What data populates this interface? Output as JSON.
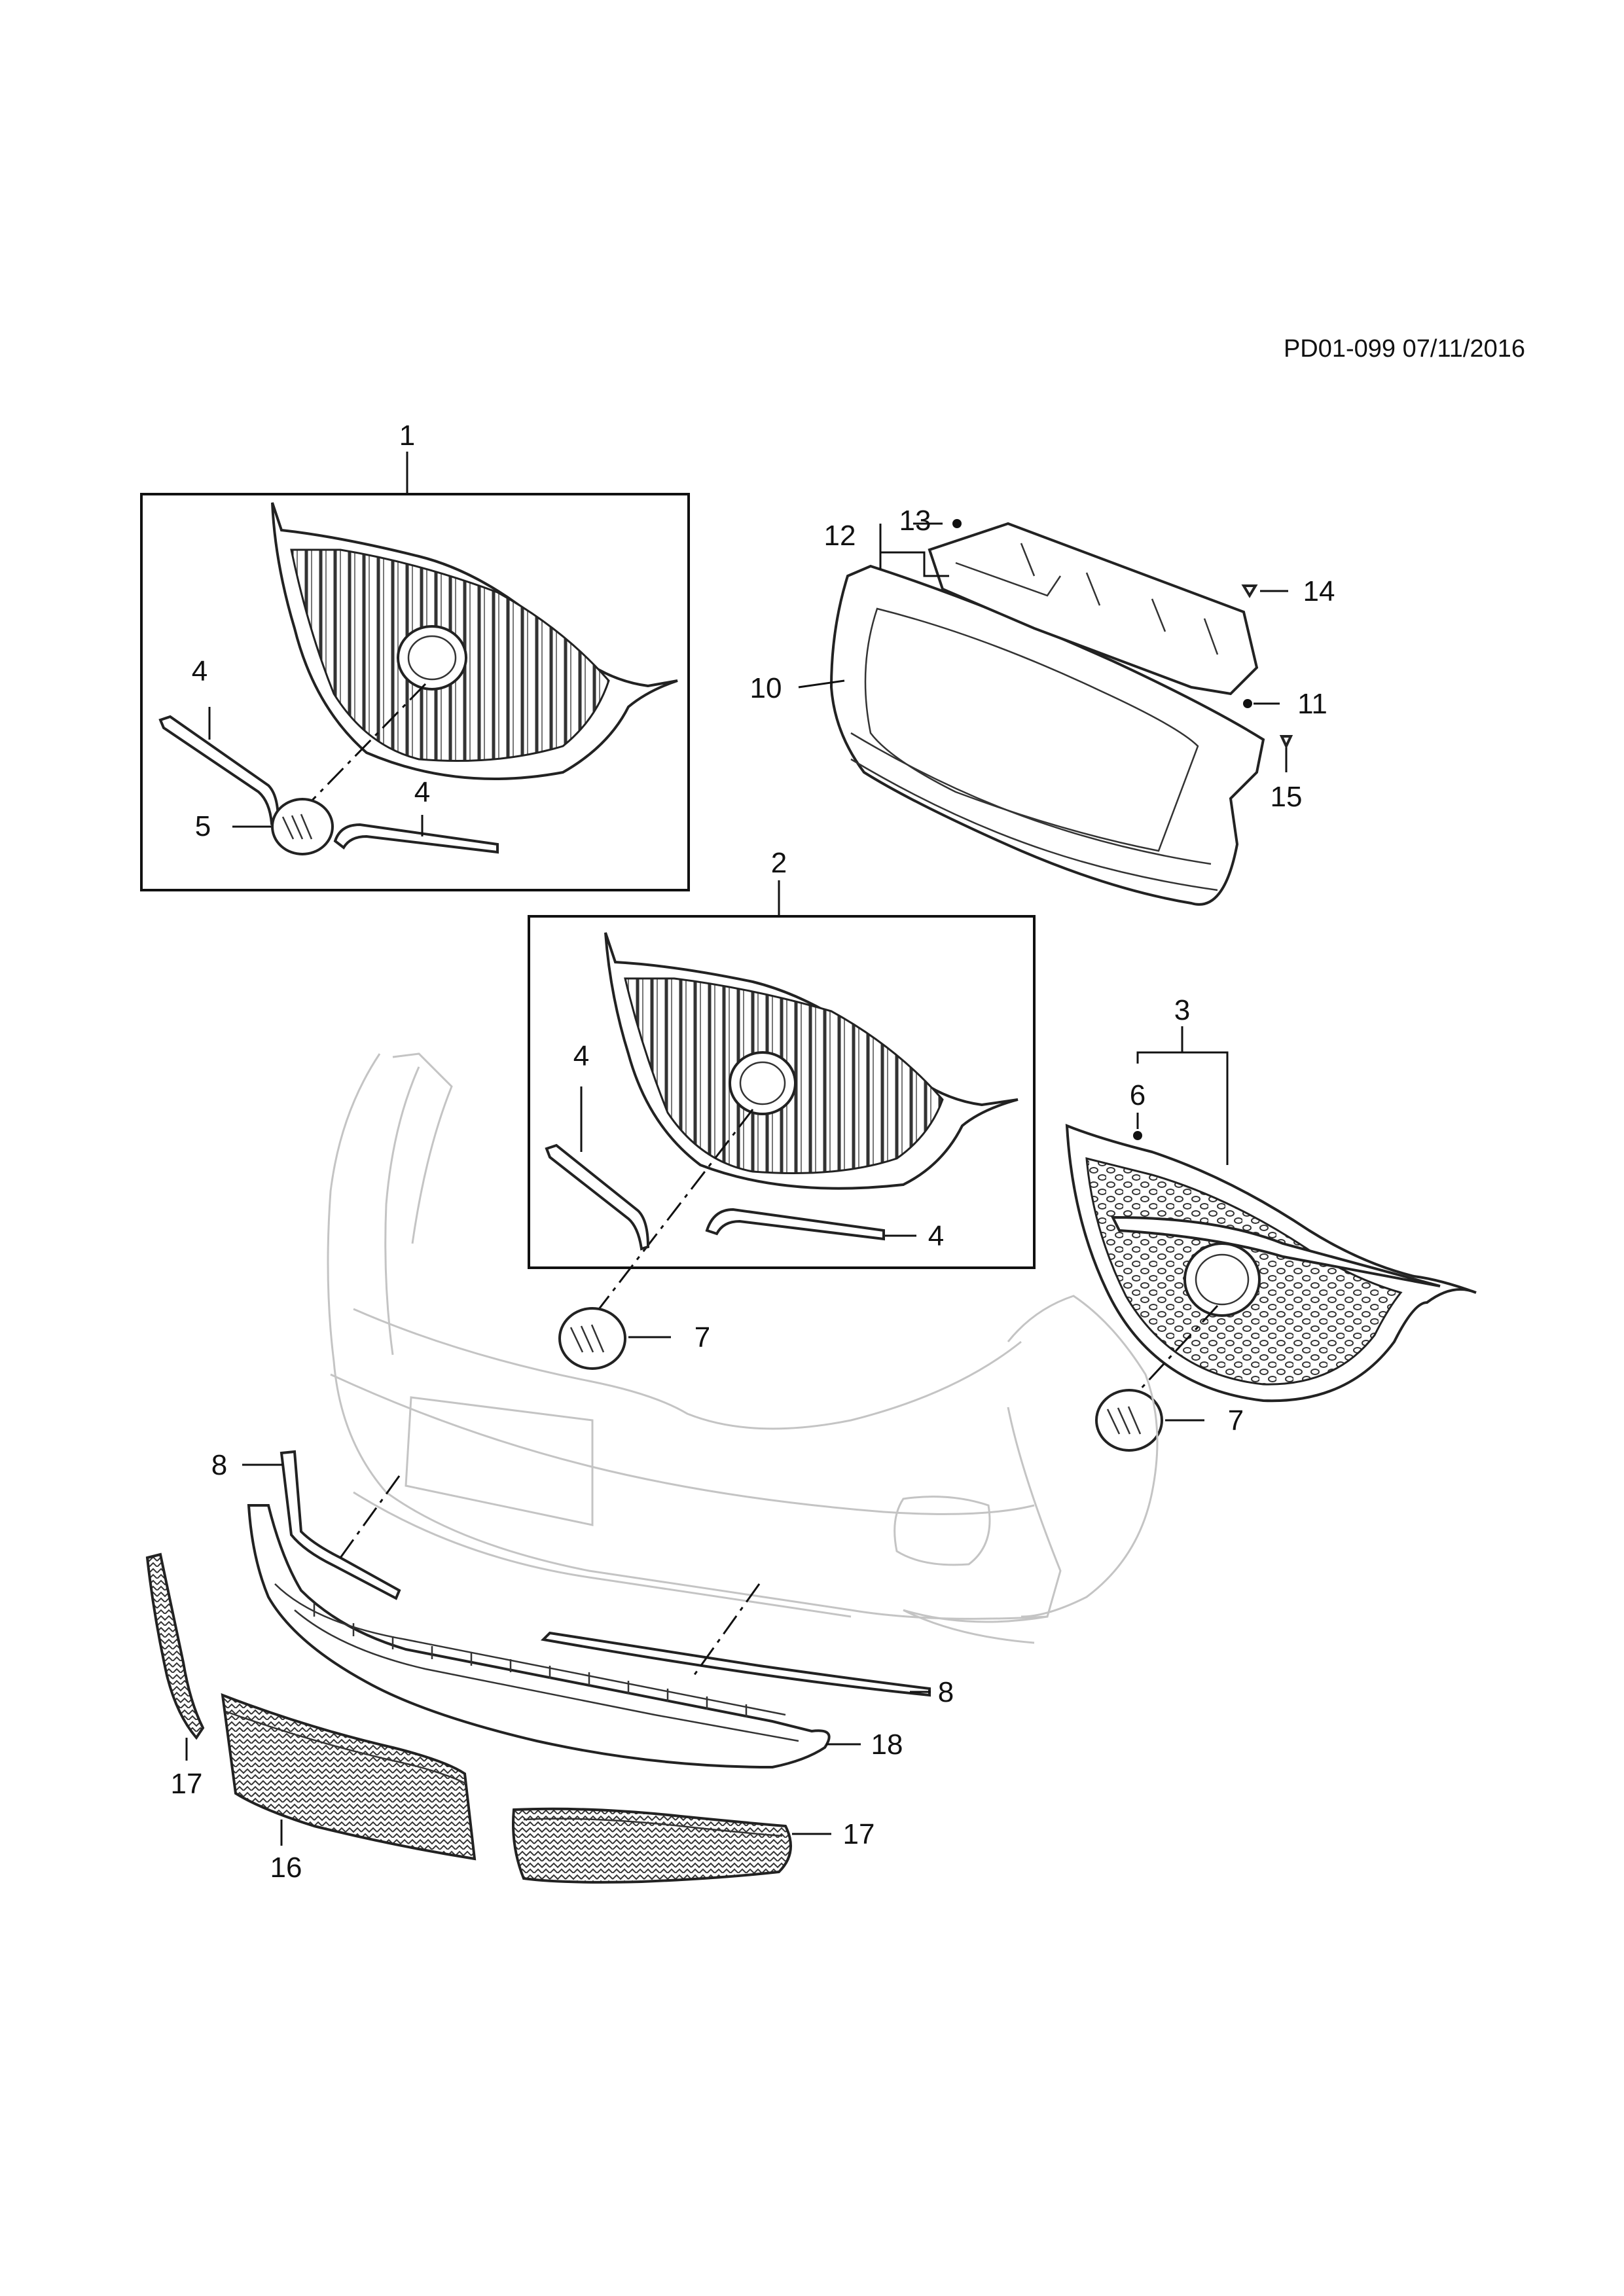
{
  "reference": "PD01-099 07/11/2016",
  "callouts": {
    "c1": "1",
    "c2": "2",
    "c3": "3",
    "c4a": "4",
    "c4b": "4",
    "c4c": "4",
    "c4d": "4",
    "c5": "5",
    "c6": "6",
    "c7a": "7",
    "c7b": "7",
    "c8a": "8",
    "c8b": "8",
    "c10": "10",
    "c11": "11",
    "c12": "12",
    "c13": "13",
    "c14": "14",
    "c15": "15",
    "c16": "16",
    "c17a": "17",
    "c17b": "17",
    "c18": "18"
  },
  "colors": {
    "line": "#111111",
    "ghost_outline": "#c4c4c4",
    "background": "#ffffff"
  }
}
